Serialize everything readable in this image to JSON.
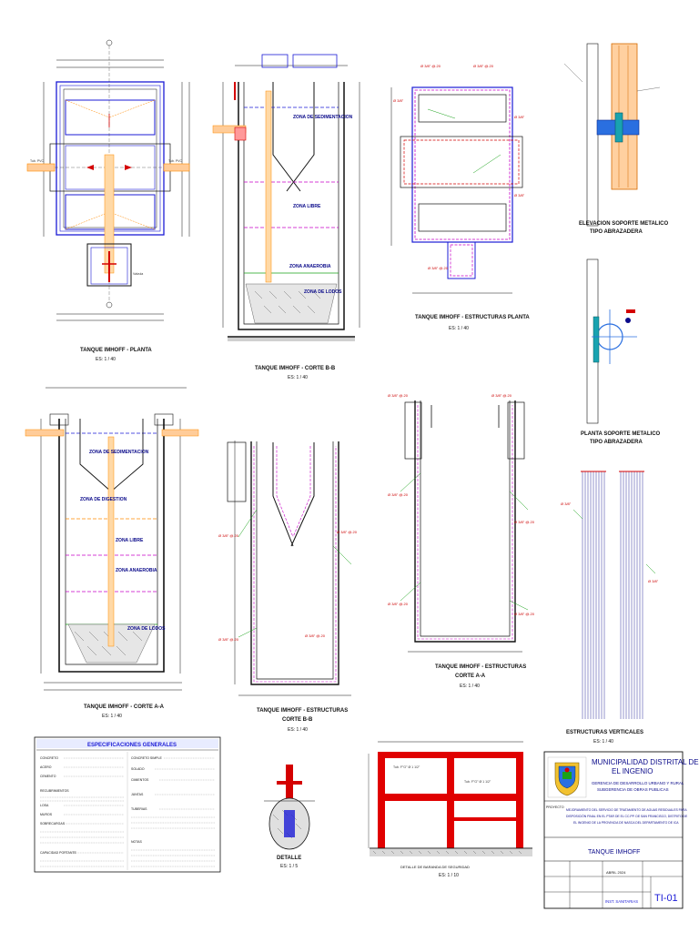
{
  "drawings": {
    "plan": {
      "caption": "TANQUE IMHOFF - PLANTA",
      "scale": "ES: 1 / 40"
    },
    "section_bb": {
      "caption": "TANQUE IMHOFF - CORTE B-B",
      "scale": "ES: 1 / 40",
      "zones": [
        "ZONA DE SEDIMENTACION",
        "ZONA LIBRE",
        "ZONA ANAEROBIA",
        "ZONA DE LODOS"
      ]
    },
    "struct_plan": {
      "caption": "TANQUE IMHOFF - ESTRUCTURAS PLANTA",
      "scale": "ES: 1 / 40"
    },
    "section_aa": {
      "caption": "TANQUE IMHOFF - CORTE A-A",
      "scale": "ES: 1 / 40",
      "zones": [
        "ZONA DE SEDIMENTACION",
        "ZONA DE DIGESTION",
        "ZONA LIBRE",
        "ZONA ANAEROBIA",
        "ZONA DE LODOS"
      ]
    },
    "struct_bb": {
      "caption_line1": "TANQUE IMHOFF - ESTRUCTURAS",
      "caption_line2": "CORTE B-B",
      "scale": "ES: 1 / 40"
    },
    "struct_aa": {
      "caption_line1": "TANQUE IMHOFF - ESTRUCTURAS",
      "caption_line2": "CORTE A-A",
      "scale": "ES: 1 / 40"
    },
    "elev_support": {
      "caption_line1": "ELEVACION  SOPORTE METALICO",
      "caption_line2": "TIPO ABRAZADERA"
    },
    "plan_support": {
      "caption_line1": "PLANTA  SOPORTE METALICO",
      "caption_line2": "TIPO ABRAZADERA"
    },
    "vertical": {
      "caption": "ESTRUCTURAS VERTICALES",
      "scale": "ES: 1 / 40"
    },
    "detail_small": {
      "caption": "DETALLE",
      "scale": "ES: 1 / 5"
    },
    "detail_railing": {
      "caption": "DETALLE DE BARANDA DE SEGURIDAD",
      "scale": "ES: 1 / 10",
      "labels": [
        "Tub. F°G° Ø 1 1/2\"",
        "Tub. F°G° Ø 1 1/2\""
      ]
    }
  },
  "specs": {
    "title": "ESPECIFICACIONES GENERALES",
    "left": [
      "CONCRETO",
      "ACERO",
      "CEMENTO",
      "RECUBRIMIENTOS",
      "LOSA",
      "MUROS",
      "SOBRECARGAS",
      "",
      "CAPACIDAD PORTANTE"
    ],
    "right": [
      "CONCRETO SIMPLE",
      "SOLADO",
      "CIMIENTOS",
      "JUNTAS",
      "TUBERIAS",
      "",
      "NOTAS"
    ]
  },
  "title_block": {
    "entity_line1": "MUNICIPALIDAD DISTRITAL DE",
    "entity_line2": "EL INGENIO",
    "dept_line1": "GERENCIA DE DESARROLLO URBANO Y RURAL",
    "dept_line2": "SUBGERENCIA DE OBRAS PUBLICAS",
    "project_label": "PROYECTO",
    "project_text_1": "MEJORAMIENTO DEL SERVICIO DE TRATAMIENTO DE AGUAS RESIDUALES PARA",
    "project_text_2": "DISPOSICIÓN FINAL EN EL PTAR DE EL CC.PP. DE SAN FRANCISCO, DISTRITO DE",
    "project_text_3": "EL INGENIO DE LA PROVINCIA DE NASCA DEL DEPARTAMENTO DE ICA",
    "plan_title": "TANQUE IMHOFF",
    "date": "ABRIL 2024",
    "specialty": "INST. SANITARIAS",
    "sheet_code": "TI-01"
  },
  "colors": {
    "blue": "#1b1bd6",
    "red": "#d40000",
    "green": "#19a319",
    "magenta": "#c800c8",
    "orange": "#ff8a00",
    "navy": "#0a0a8a"
  }
}
